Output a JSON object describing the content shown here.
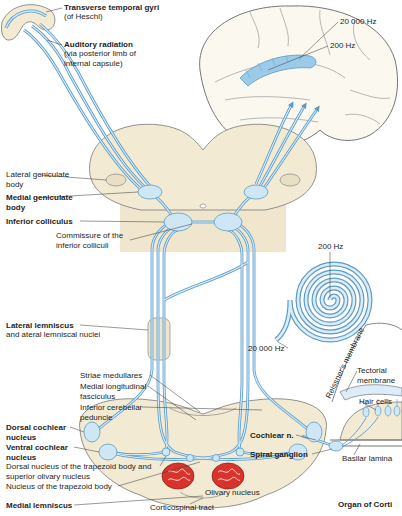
{
  "diagram": {
    "labels": [
      "Transverse temporal gyri",
      "(of Heschl)",
      "Auditory radiation",
      "(via posterior limb of internal capsule)",
      "20 000 Hz",
      "200 Hz",
      "Lateral geniculate body",
      "Medial geniculate body",
      "Inferior colliculus",
      "Commissure of the inferior colliculi",
      "200 Hz",
      "20 000 Hz",
      "Lateral lemniscus",
      "and ateral lemniscal nuclei",
      "Striae medullares",
      "Medial longitudinal fasciculus",
      "Inferior cerebellar peduncle",
      "Dorsal cochlear nucleus",
      "Ventral cochlear nucleus",
      "Dorsal nucleus of the trapezoid body and superior olivary nucleus",
      "Nucleus of the trapezoid body",
      "Medial lemniscus",
      "Olivary nucleus",
      "Corticospinal tract",
      "Reissner's membrane",
      "Tectorial membrane",
      "Hair cells",
      "Basilar lamina",
      "Cochlear n.",
      "Spiral ganglion",
      "Organ of Corti"
    ]
  }
}
